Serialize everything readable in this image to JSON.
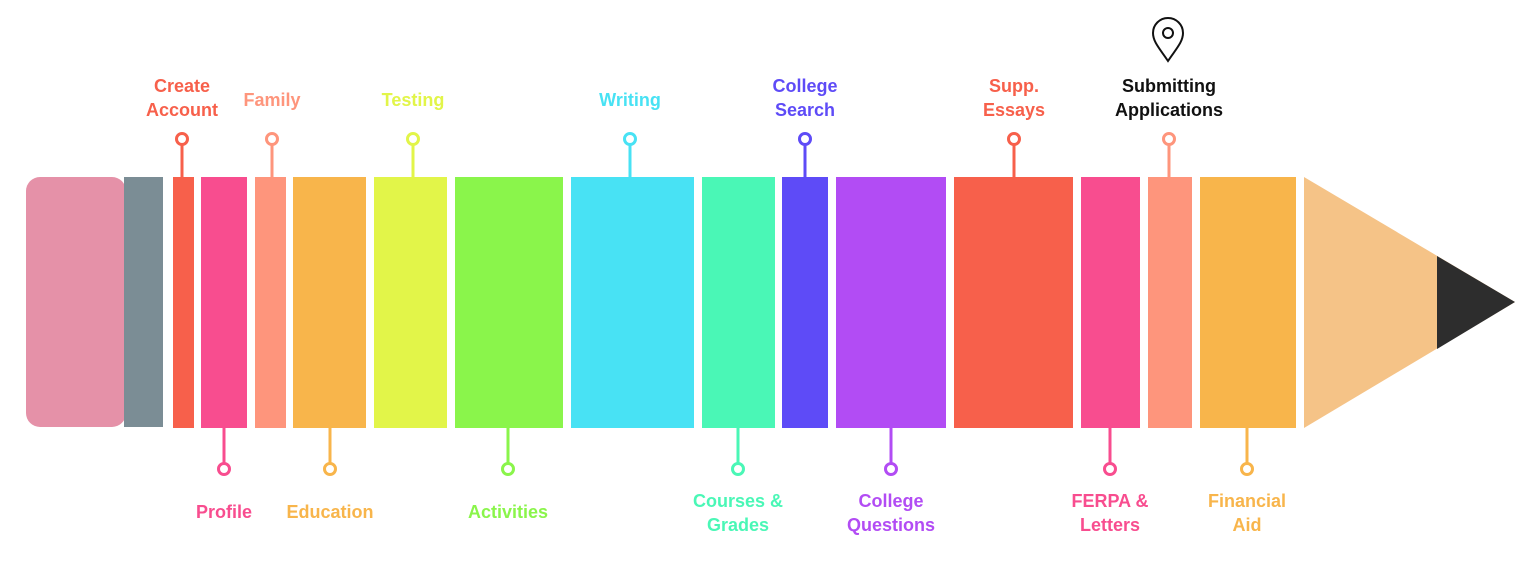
{
  "title": "College Application Pencil Timeline",
  "colors": {
    "eraser": "#e591a8",
    "ferrule": "#7b8d95",
    "cone": "#f5c387",
    "tip": "#2d2d2d",
    "highlight_text": "#111111"
  },
  "marker_icon": "map-pin-icon",
  "steps": [
    {
      "lines": [
        "Create",
        "Account"
      ],
      "color": "#f7604b",
      "side": "top"
    },
    {
      "lines": [
        "Profile"
      ],
      "color": "#f84d8f",
      "side": "bottom"
    },
    {
      "lines": [
        "Family"
      ],
      "color": "#fe957c",
      "side": "top"
    },
    {
      "lines": [
        "Education"
      ],
      "color": "#f8b54b",
      "side": "bottom"
    },
    {
      "lines": [
        "Testing"
      ],
      "color": "#e2f549",
      "side": "top"
    },
    {
      "lines": [
        "Activities"
      ],
      "color": "#8af54b",
      "side": "bottom"
    },
    {
      "lines": [
        "Writing"
      ],
      "color": "#48e2f4",
      "side": "top"
    },
    {
      "lines": [
        "Courses &",
        "Grades"
      ],
      "color": "#4af7b6",
      "side": "bottom"
    },
    {
      "lines": [
        "College",
        "Search"
      ],
      "color": "#5e4bf7",
      "side": "top"
    },
    {
      "lines": [
        "College",
        "Questions"
      ],
      "color": "#b24cf4",
      "side": "bottom"
    },
    {
      "lines": [
        "Supp.",
        "Essays"
      ],
      "color": "#f7604b",
      "side": "top"
    },
    {
      "lines": [
        "FERPA &",
        "Letters"
      ],
      "color": "#f84d8f",
      "side": "bottom"
    },
    {
      "lines": [
        "Submitting",
        "Applications"
      ],
      "color": "#fe957c",
      "side": "top",
      "current": true
    },
    {
      "lines": [
        "Financial",
        "Aid"
      ],
      "color": "#f8b54b",
      "side": "bottom"
    }
  ]
}
